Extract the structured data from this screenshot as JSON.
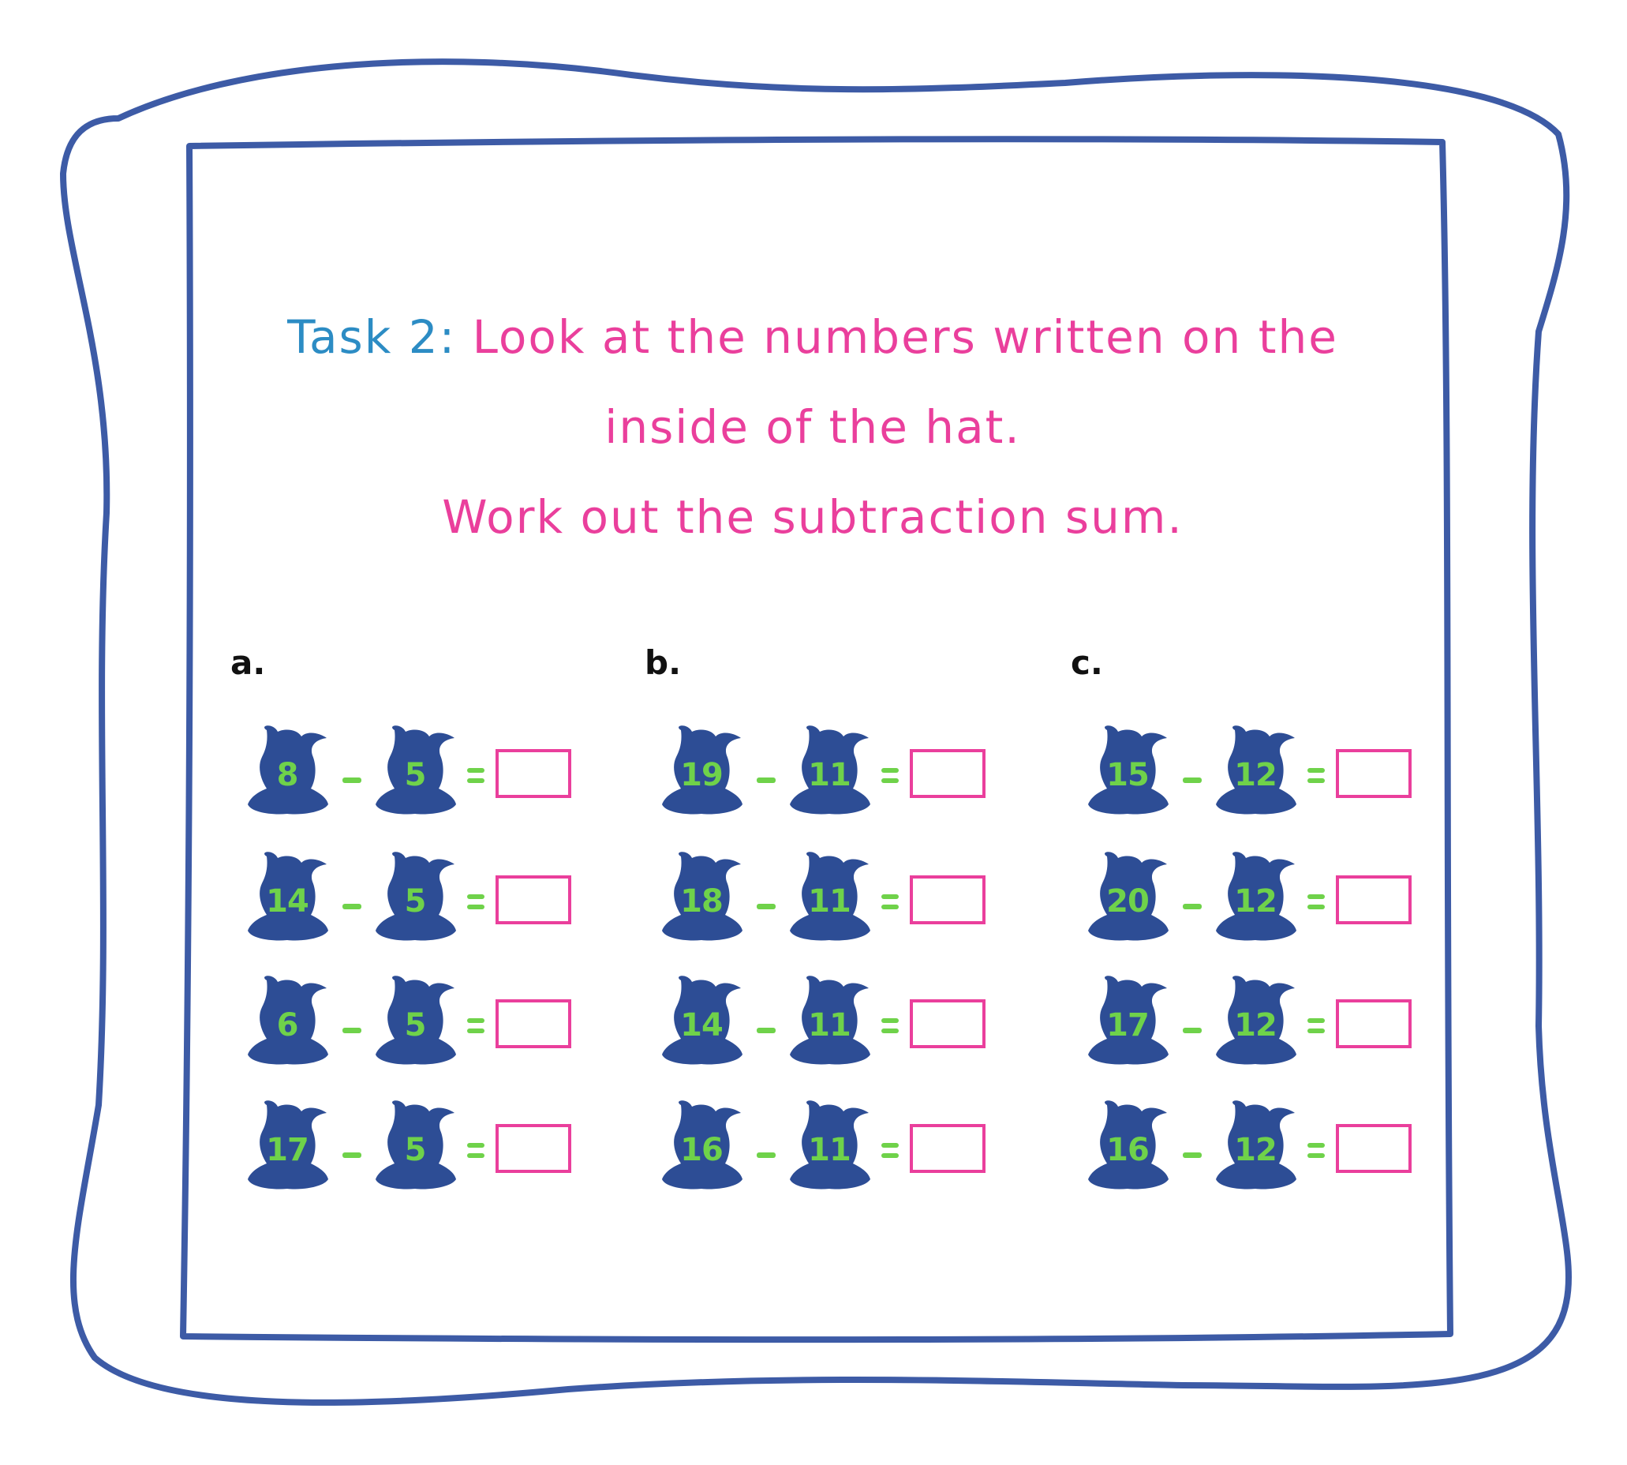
{
  "title": {
    "task_label": "Task 2:",
    "line1_rest": "Look at the numbers written on the",
    "line2": "inside of the hat.",
    "line3": "Work out the subtraction sum."
  },
  "colors": {
    "frame": "#3d5ba6",
    "task_label": "#2c8cc4",
    "instruction": "#ea3f9c",
    "hat": "#2d4d95",
    "number": "#6fd24a",
    "answer_box": "#ea3f9c"
  },
  "sections": [
    {
      "label": "a.",
      "problems": [
        {
          "a": "8",
          "b": "5"
        },
        {
          "a": "14",
          "b": "5"
        },
        {
          "a": "6",
          "b": "5"
        },
        {
          "a": "17",
          "b": "5"
        }
      ]
    },
    {
      "label": "b.",
      "problems": [
        {
          "a": "19",
          "b": "11"
        },
        {
          "a": "18",
          "b": "11"
        },
        {
          "a": "14",
          "b": "11"
        },
        {
          "a": "16",
          "b": "11"
        }
      ]
    },
    {
      "label": "c.",
      "problems": [
        {
          "a": "15",
          "b": "12"
        },
        {
          "a": "20",
          "b": "12"
        },
        {
          "a": "17",
          "b": "12"
        },
        {
          "a": "16",
          "b": "12"
        }
      ]
    }
  ]
}
